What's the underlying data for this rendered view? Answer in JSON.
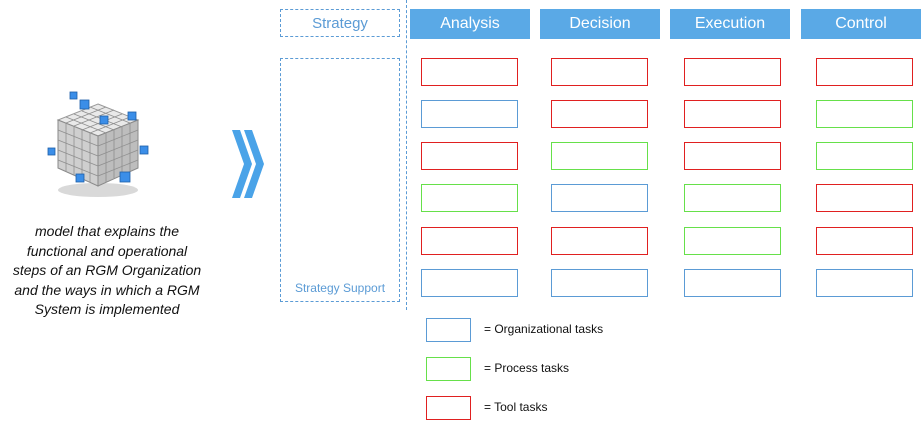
{
  "left": {
    "caption": "model that explains the functional and operational steps of an RGM Organization and the ways in which a RGM System is implemented",
    "icon": "cube-icon"
  },
  "strategy": {
    "header": "Strategy",
    "support_label": "Strategy Support"
  },
  "columns": [
    "Analysis",
    "Decision",
    "Execution",
    "Control"
  ],
  "colors": {
    "organizational": "#5b9bd5",
    "process": "#66e04a",
    "tool": "#e02020",
    "header_fill": "#5aa9e6"
  },
  "grid": [
    [
      "tool",
      "tool",
      "tool",
      "tool"
    ],
    [
      "organizational",
      "tool",
      "tool",
      "process"
    ],
    [
      "tool",
      "process",
      "tool",
      "process"
    ],
    [
      "process",
      "organizational",
      "process",
      "tool"
    ],
    [
      "tool",
      "tool",
      "process",
      "tool"
    ],
    [
      "organizational",
      "organizational",
      "organizational",
      "organizational"
    ]
  ],
  "legend": [
    {
      "type": "organizational",
      "label": "= Organizational tasks"
    },
    {
      "type": "process",
      "label": "= Process tasks"
    },
    {
      "type": "tool",
      "label": "= Tool tasks"
    }
  ]
}
